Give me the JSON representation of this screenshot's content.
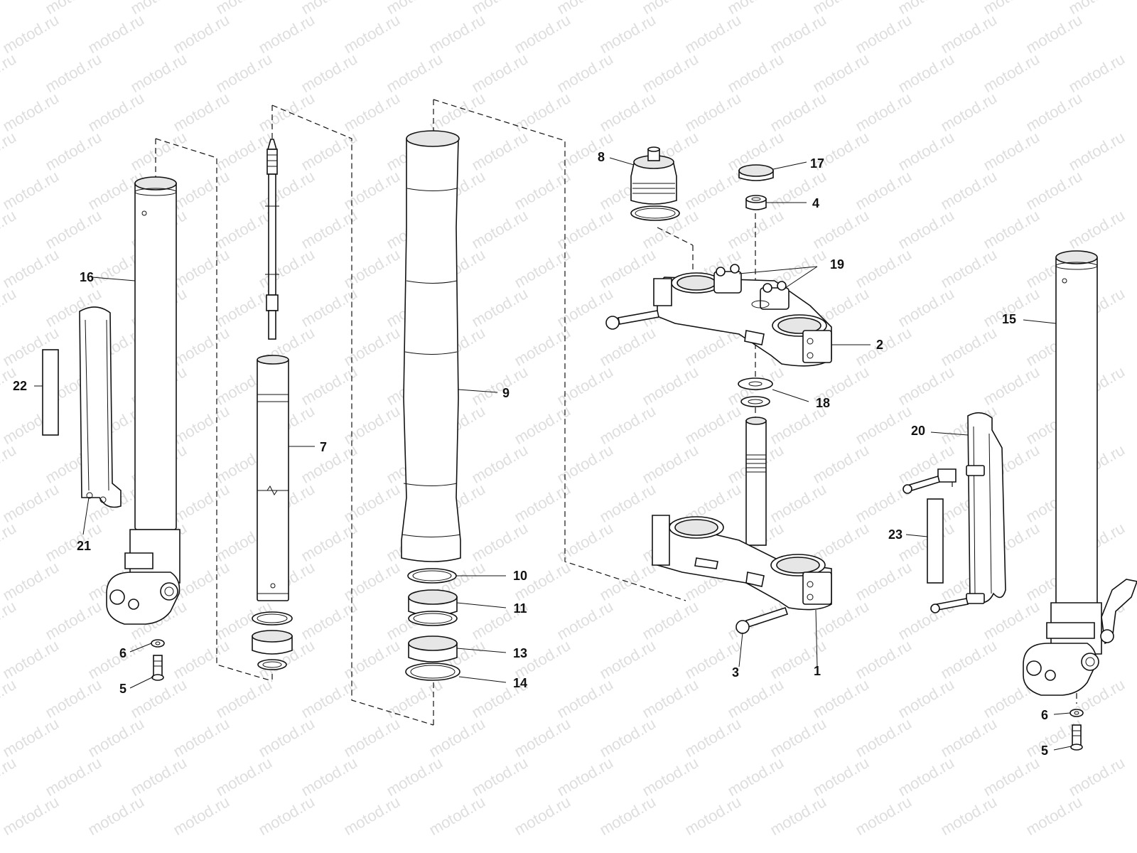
{
  "watermark": {
    "text": "motod.ru"
  },
  "callouts": [
    {
      "id": "c1",
      "text": "1"
    },
    {
      "id": "c2",
      "text": "2"
    },
    {
      "id": "c3",
      "text": "3"
    },
    {
      "id": "c4",
      "text": "4"
    },
    {
      "id": "c5a",
      "text": "5"
    },
    {
      "id": "c5b",
      "text": "5"
    },
    {
      "id": "c6a",
      "text": "6"
    },
    {
      "id": "c6b",
      "text": "6"
    },
    {
      "id": "c7",
      "text": "7"
    },
    {
      "id": "c8",
      "text": "8"
    },
    {
      "id": "c9",
      "text": "9"
    },
    {
      "id": "c10",
      "text": "10"
    },
    {
      "id": "c11",
      "text": "11"
    },
    {
      "id": "c13",
      "text": "13"
    },
    {
      "id": "c14",
      "text": "14"
    },
    {
      "id": "c15",
      "text": "15"
    },
    {
      "id": "c16",
      "text": "16"
    },
    {
      "id": "c17",
      "text": "17"
    },
    {
      "id": "c18",
      "text": "18"
    },
    {
      "id": "c19",
      "text": "19"
    },
    {
      "id": "c20",
      "text": "20"
    },
    {
      "id": "c21",
      "text": "21"
    },
    {
      "id": "c22",
      "text": "22"
    },
    {
      "id": "c23",
      "text": "23"
    }
  ]
}
